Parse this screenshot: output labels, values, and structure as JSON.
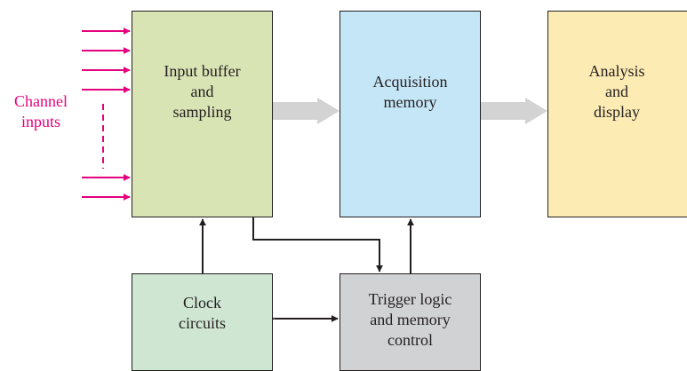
{
  "channel_label": "Channel\ninputs",
  "blocks": {
    "input_buffer": "Input buffer\nand\nsampling",
    "acquisition_memory": "Acquisition\nmemory",
    "analysis_display": "Analysis\nand\ndisplay",
    "clock_circuits": "Clock\ncircuits",
    "trigger_logic": "Trigger logic\nand memory\ncontrol"
  },
  "colors": {
    "input_buffer": "#d9e4b5",
    "acquisition_memory": "#c5e6f7",
    "analysis_display": "#fdebb4",
    "clock_circuits": "#cfe6d2",
    "trigger_logic": "#d1d2d4",
    "channel_arrows": "#e6007e",
    "data_flow_arrows": "#d3d3d3",
    "lines": "#231f20"
  }
}
